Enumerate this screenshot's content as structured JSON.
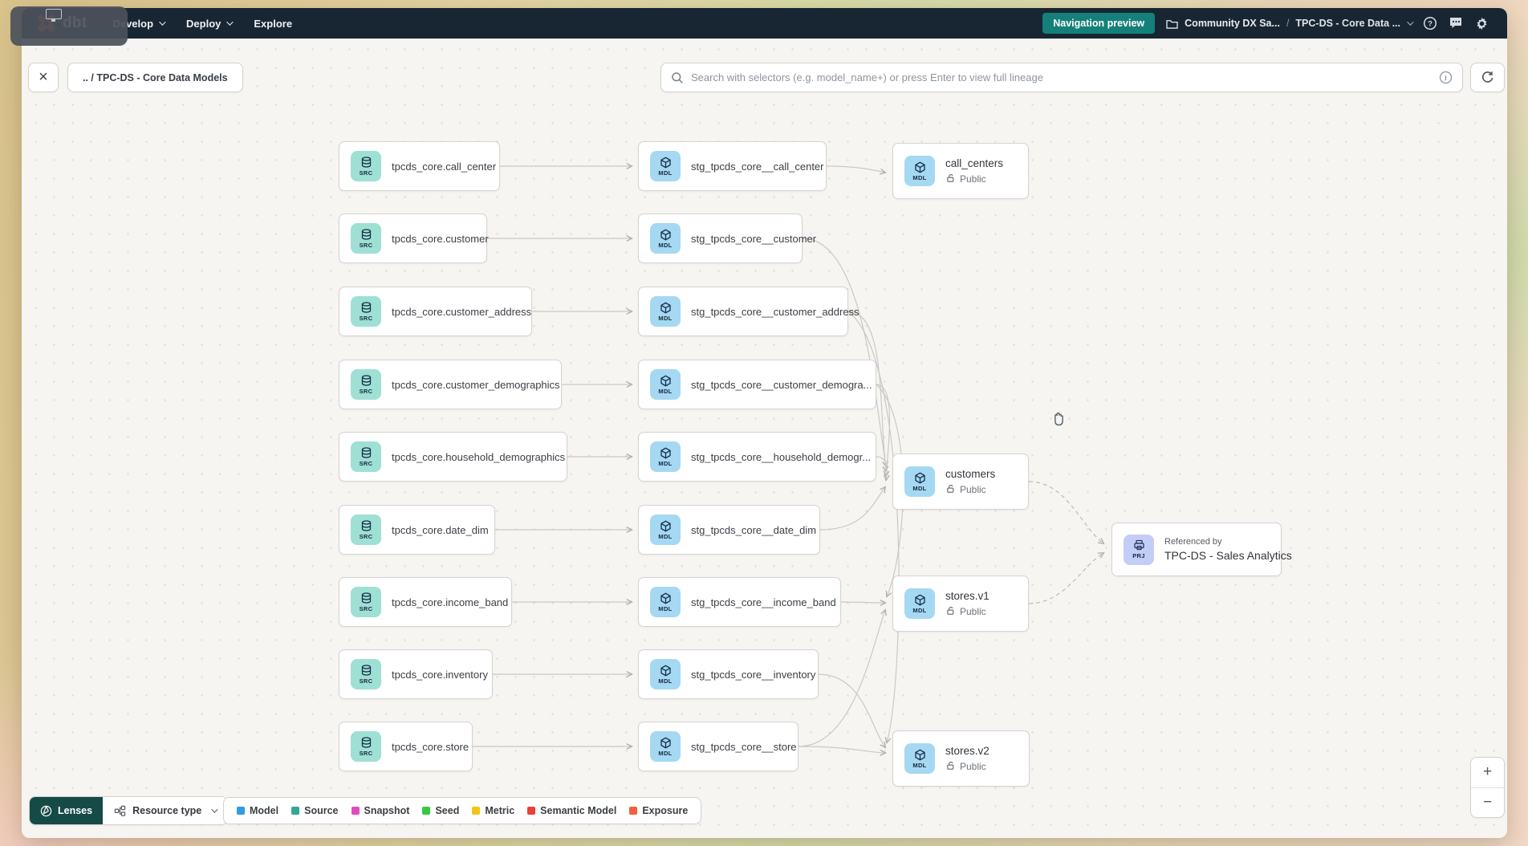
{
  "header": {
    "logo_text": "dbt",
    "nav": [
      {
        "label": "Develop"
      },
      {
        "label": "Deploy"
      },
      {
        "label": "Explore"
      }
    ],
    "preview_button_label": "Navigation preview",
    "account_name": "Community DX Sa...",
    "crumb_separator": "/",
    "project_name": "TPC-DS - Core Data ..."
  },
  "toolbar": {
    "close_label": "×",
    "breadcrumb_chip": ".. / TPC-DS - Core Data Models",
    "search_placeholder": "Search with selectors (e.g. model_name+) or press Enter to view full lineage"
  },
  "graph": {
    "sources": [
      {
        "badge": "SRC",
        "label": "tpcds_core.call_center"
      },
      {
        "badge": "SRC",
        "label": "tpcds_core.customer"
      },
      {
        "badge": "SRC",
        "label": "tpcds_core.customer_address"
      },
      {
        "badge": "SRC",
        "label": "tpcds_core.customer_demographics"
      },
      {
        "badge": "SRC",
        "label": "tpcds_core.household_demographics"
      },
      {
        "badge": "SRC",
        "label": "tpcds_core.date_dim"
      },
      {
        "badge": "SRC",
        "label": "tpcds_core.income_band"
      },
      {
        "badge": "SRC",
        "label": "tpcds_core.inventory"
      },
      {
        "badge": "SRC",
        "label": "tpcds_core.store"
      }
    ],
    "staging": [
      {
        "badge": "MDL",
        "label": "stg_tpcds_core__call_center"
      },
      {
        "badge": "MDL",
        "label": "stg_tpcds_core__customer"
      },
      {
        "badge": "MDL",
        "label": "stg_tpcds_core__customer_address"
      },
      {
        "badge": "MDL",
        "label": "stg_tpcds_core__customer_demogra..."
      },
      {
        "badge": "MDL",
        "label": "stg_tpcds_core__household_demogr..."
      },
      {
        "badge": "MDL",
        "label": "stg_tpcds_core__date_dim"
      },
      {
        "badge": "MDL",
        "label": "stg_tpcds_core__income_band"
      },
      {
        "badge": "MDL",
        "label": "stg_tpcds_core__inventory"
      },
      {
        "badge": "MDL",
        "label": "stg_tpcds_core__store"
      }
    ],
    "marts": [
      {
        "badge": "MDL",
        "label": "call_centers",
        "access": "Public"
      },
      {
        "badge": "MDL",
        "label": "customers",
        "access": "Public"
      },
      {
        "badge": "MDL",
        "label": "stores.v1",
        "access": "Public"
      },
      {
        "badge": "MDL",
        "label": "stores.v2",
        "access": "Public"
      }
    ],
    "project_ref": {
      "badge": "PRJ",
      "subtitle": "Referenced by",
      "label": "TPC-DS - Sales Analytics"
    }
  },
  "footer": {
    "lenses_label": "Lenses",
    "resource_type_label": "Resource type",
    "legend": [
      {
        "label": "Model",
        "color": "#2f9de0"
      },
      {
        "label": "Source",
        "color": "#35a695"
      },
      {
        "label": "Snapshot",
        "color": "#e24bbf"
      },
      {
        "label": "Seed",
        "color": "#37c846"
      },
      {
        "label": "Metric",
        "color": "#f4c515"
      },
      {
        "label": "Semantic Model",
        "color": "#e8403a"
      },
      {
        "label": "Exposure",
        "color": "#f1603c"
      }
    ]
  },
  "zoom_controls": {
    "zoom_in": "+",
    "zoom_out": "−"
  },
  "colors": {
    "preview_button": "#15807a",
    "lenses_button": "#164a46",
    "src_tile": "#9fe0d4",
    "mdl_tile": "#a5d8f3",
    "prj_tile": "#c3cdf7"
  }
}
